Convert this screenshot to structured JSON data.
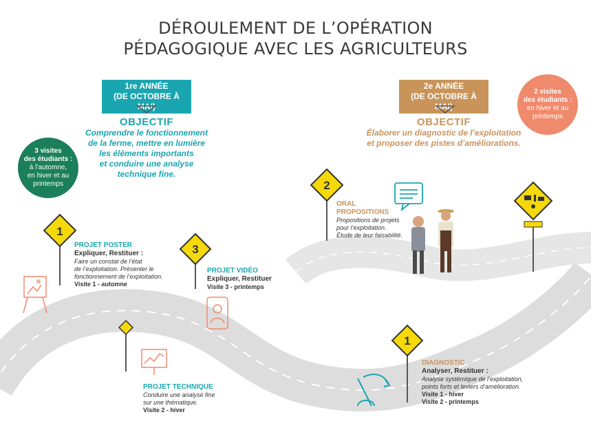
{
  "header": {
    "title_line1": "DÉROULEMENT DE L’OPÉRATION",
    "title_line2": "PÉDAGOGIQUE AVEC LES AGRICULTEURS"
  },
  "year1": {
    "label_line1": "1re ANNÉE",
    "label_line2": "(DE OCTOBRE À MAI)",
    "objective_heading": "OBJECTIF",
    "objective_lines": [
      "Comprendre le fonctionnement",
      "de la ferme, mettre en lumière",
      "les éléments importants",
      "et conduire une analyse",
      "technique fine."
    ],
    "bubble_lines": [
      "3 visites",
      "des étudiants :",
      "à l’automne,",
      "en hiver et au",
      "printemps"
    ]
  },
  "year2": {
    "label_line1": "2e ANNÉE",
    "label_line2": "(DE OCTOBRE À MAI)",
    "objective_heading": "OBJECTIF",
    "objective_lines": [
      "Élaborer un diagnostic de l’exploitation",
      "et proposer des pistes d’améliorations."
    ],
    "bubble_lines": [
      "2 visites",
      "des étudiants :",
      "en hiver et au",
      "printemps"
    ]
  },
  "stages": {
    "poster": {
      "sign_number": "1",
      "title": "PROJET POSTER",
      "subtitle": "Expliquer, Restituer :",
      "desc_lines": [
        "Faire un constat de l’état",
        "de l’exploitation. Présenter le",
        "fonctionnement de l’exploitation."
      ],
      "visit": "Visite 1 - automne"
    },
    "video": {
      "sign_number": "3",
      "title": "PROJET VIDÉO",
      "subtitle": "Expliquer, Restituer",
      "visit": "Visite 3 - printemps"
    },
    "technique": {
      "title": "PROJET TECHNIQUE",
      "desc_lines": [
        "Conduire une analyse fine",
        "sur une thématique."
      ],
      "visit": "Visite 2 - hiver"
    },
    "oral": {
      "sign_number": "2",
      "title_line1": "ORAL",
      "title_line2": "PROPOSITIONS",
      "desc_lines": [
        "Propositions de projets",
        "pour l’exploitation.",
        "Étude de leur faisabilité."
      ]
    },
    "diagnostic": {
      "sign_number": "1",
      "title": "DIAGNOSTIC",
      "subtitle": "Analyser, Restituer :",
      "desc_lines": [
        "Analyse systémique de l’exploitation,",
        "points forts et leviers d’amélioration."
      ],
      "visits": [
        "Visite 1 - hiver",
        "Visite 2 - printemps"
      ]
    }
  },
  "colors": {
    "teal": "#1aa6b0",
    "tan": "#c9945a",
    "green_bubble": "#1a7f5a",
    "coral_bubble": "#f08a6c",
    "sign_yellow": "#f5d90a",
    "road": "#e4e4e4"
  },
  "icons": {
    "poster": "easel-icon",
    "video": "smartphone-selfie-icon",
    "technique": "chart-board-icon",
    "oral": "speech-bubble-icon",
    "diagnostic": "microscope-icon",
    "farm_sign": "farm-sign-icon"
  }
}
